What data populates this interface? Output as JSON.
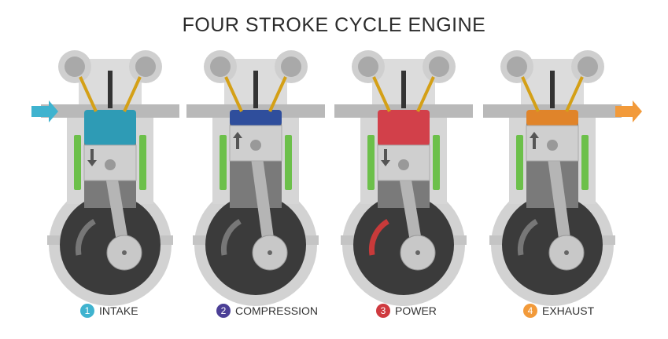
{
  "title": "FOUR STROKE CYCLE ENGINE",
  "strokes": [
    {
      "number": "1",
      "label": "INTAKE",
      "color": "#3fb3cf",
      "chamber_color": "#2e9bb5",
      "piston_stroke": "down",
      "flow_arrow": "in"
    },
    {
      "number": "2",
      "label": "COMPRESSION",
      "color": "#4b3f96",
      "chamber_color": "#2f4e9c",
      "piston_stroke": "up",
      "flow_arrow": "none"
    },
    {
      "number": "3",
      "label": "POWER",
      "color": "#cf3a3f",
      "chamber_color": "#d2404a",
      "piston_stroke": "down",
      "flow_arrow": "none"
    },
    {
      "number": "4",
      "label": "EXHAUST",
      "color": "#f29a3a",
      "chamber_color": "#e0842a",
      "piston_stroke": "up",
      "flow_arrow": "out"
    }
  ]
}
